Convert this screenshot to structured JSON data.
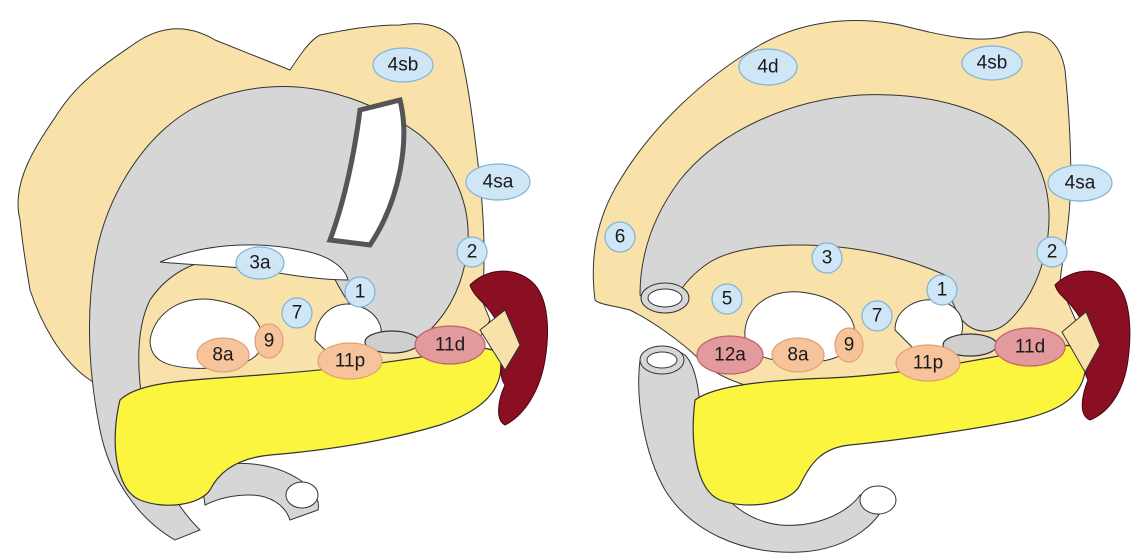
{
  "left_panel": {
    "nodes": [
      {
        "id": "4sb",
        "label": "4sb",
        "color": "blue"
      },
      {
        "id": "4sa",
        "label": "4sa",
        "color": "blue"
      },
      {
        "id": "2",
        "label": "2",
        "color": "blue"
      },
      {
        "id": "3a",
        "label": "3a",
        "color": "blue"
      },
      {
        "id": "1",
        "label": "1",
        "color": "blue"
      },
      {
        "id": "7",
        "label": "7",
        "color": "blue"
      },
      {
        "id": "9",
        "label": "9",
        "color": "orange"
      },
      {
        "id": "8a",
        "label": "8a",
        "color": "orange"
      },
      {
        "id": "11p",
        "label": "11p",
        "color": "orange"
      },
      {
        "id": "11d",
        "label": "11d",
        "color": "red"
      }
    ]
  },
  "right_panel": {
    "nodes": [
      {
        "id": "4d",
        "label": "4d",
        "color": "blue"
      },
      {
        "id": "4sb",
        "label": "4sb",
        "color": "blue"
      },
      {
        "id": "4sa",
        "label": "4sa",
        "color": "blue"
      },
      {
        "id": "6",
        "label": "6",
        "color": "blue"
      },
      {
        "id": "2",
        "label": "2",
        "color": "blue"
      },
      {
        "id": "3",
        "label": "3",
        "color": "blue"
      },
      {
        "id": "5",
        "label": "5",
        "color": "blue"
      },
      {
        "id": "1",
        "label": "1",
        "color": "blue"
      },
      {
        "id": "7",
        "label": "7",
        "color": "blue"
      },
      {
        "id": "12a",
        "label": "12a",
        "color": "red"
      },
      {
        "id": "8a",
        "label": "8a",
        "color": "orange"
      },
      {
        "id": "9",
        "label": "9",
        "color": "orange"
      },
      {
        "id": "11p",
        "label": "11p",
        "color": "orange"
      },
      {
        "id": "11d",
        "label": "11d",
        "color": "red"
      }
    ]
  },
  "colors": {
    "fat": "#f8e2a9",
    "stomach": "#d6d6d6",
    "pancreas": "#fcf540",
    "spleen": "#8b0f23",
    "node_blue": "#cfe6f7",
    "node_orange": "#f6c39b",
    "node_red": "#e29a9d"
  }
}
